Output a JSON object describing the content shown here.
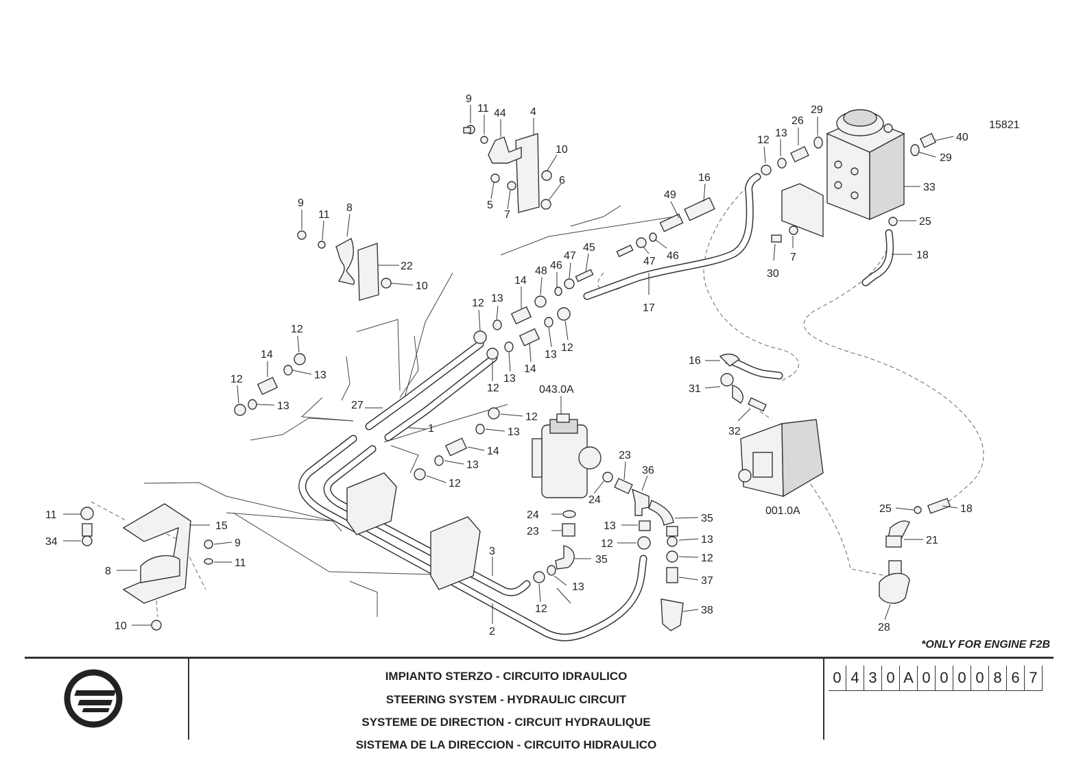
{
  "drawing_number": "15821",
  "assembly_refs": {
    "steering_unit": "043.0A",
    "pump": "001.0A"
  },
  "callouts": {
    "c1": "9",
    "c2": "11",
    "c3": "44",
    "c4": "4",
    "c5": "10",
    "c6": "6",
    "c7": "5",
    "c8": "7",
    "c9": "9",
    "c10": "11",
    "c11": "8",
    "c12": "22",
    "c13": "10",
    "c14": "12",
    "c15": "14",
    "c16": "13",
    "c17": "12",
    "c18": "13",
    "c19": "12",
    "c20": "13",
    "c21": "14",
    "c22": "48",
    "c23": "46",
    "c24": "47",
    "c25": "45",
    "c26": "12",
    "c27": "13",
    "c28": "14",
    "c29": "13",
    "c30": "12",
    "c31": "27",
    "c32": "1",
    "c33": "49",
    "c34": "16",
    "c35": "47",
    "c36": "46",
    "c37": "17",
    "c38": "12",
    "c39": "13",
    "c40": "26",
    "c41": "29",
    "c42": "40",
    "c43": "29",
    "c44": "33",
    "c45": "25",
    "c46": "30",
    "c47": "7",
    "c48": "18",
    "c49": "16",
    "c50": "31",
    "c51": "32",
    "c52": "12",
    "c53": "13",
    "c54": "14",
    "c55": "13",
    "c56": "12",
    "c57": "23",
    "c58": "36",
    "c59": "24",
    "c60": "35",
    "c61": "13",
    "c62": "12",
    "c63": "37",
    "c64": "38",
    "c65": "24",
    "c66": "23",
    "c67": "13",
    "c68": "12",
    "c69": "35",
    "c70": "13",
    "c71": "12",
    "c72": "3",
    "c73": "2",
    "c74": "11",
    "c75": "34",
    "c76": "15",
    "c77": "9",
    "c78": "11",
    "c79": "8",
    "c80": "10",
    "c81": "25",
    "c82": "18",
    "c83": "21",
    "c84": "28"
  },
  "footer_note": "*ONLY FOR ENGINE F2B",
  "title_lines": [
    "IMPIANTO STERZO - CIRCUITO IDRAULICO",
    "STEERING SYSTEM - HYDRAULIC CIRCUIT",
    "SYSTEME DE DIRECTION - CIRCUIT HYDRAULIQUE",
    "SISTEMA DE LA DIRECCION - CIRCUITO HIDRAULICO"
  ],
  "part_code": [
    "0",
    "4",
    "3",
    "0",
    "A",
    "0",
    "0",
    "0",
    "0",
    "8",
    "6",
    "7"
  ]
}
